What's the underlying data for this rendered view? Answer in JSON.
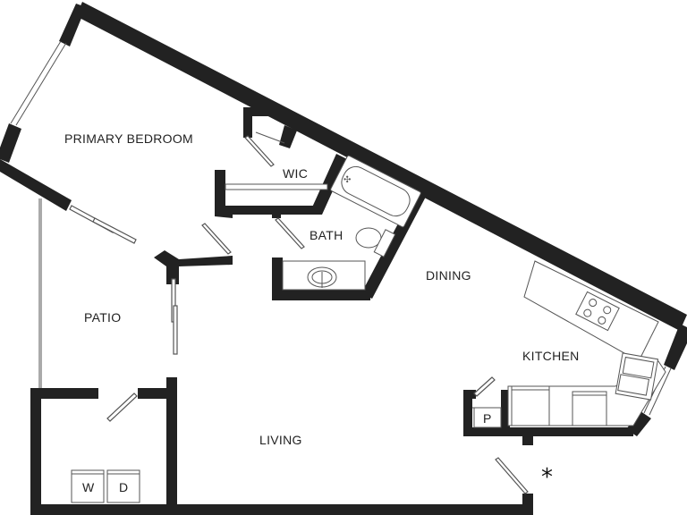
{
  "floorplan": {
    "rooms": {
      "primary_bedroom": "PRIMARY BEDROOM",
      "wic": "WIC",
      "bath": "BATH",
      "dining": "DINING",
      "patio": "PATIO",
      "kitchen": "KITCHEN",
      "living": "LIVING"
    },
    "fixtures": {
      "washer": "W",
      "dryer": "D",
      "pantry": "P"
    },
    "marker": "*",
    "colors": {
      "wall": "#222222",
      "line": "#555555",
      "background": "#ffffff"
    }
  }
}
